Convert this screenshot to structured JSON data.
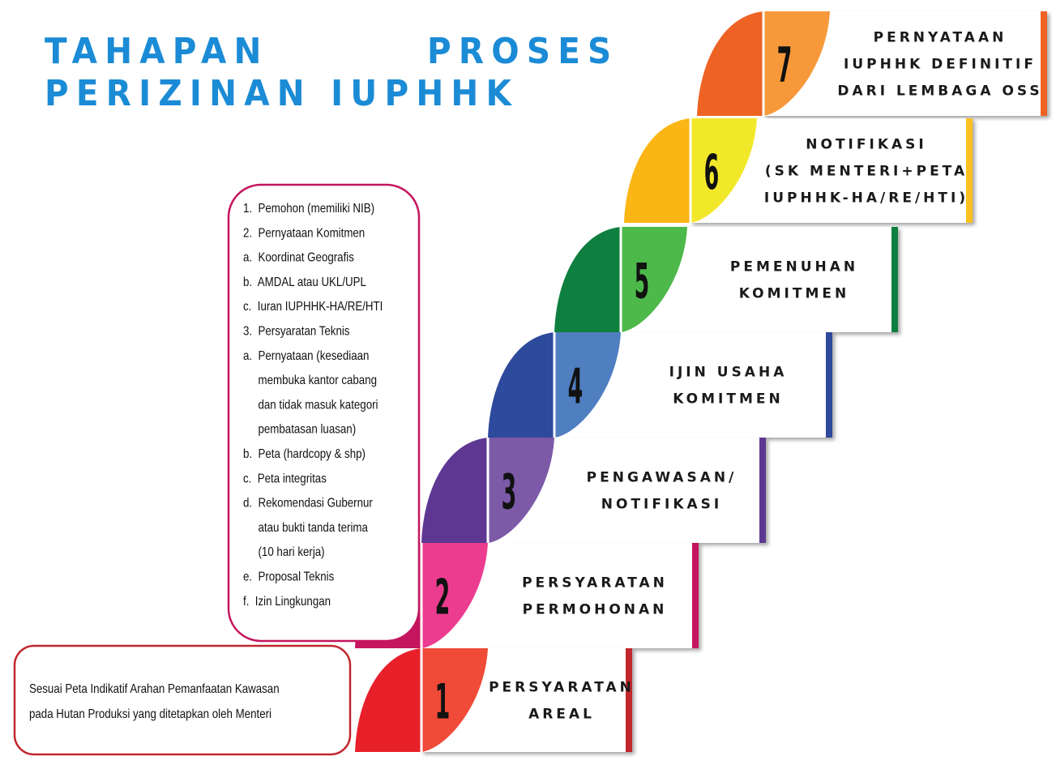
{
  "title": "TAHAPAN PROSES PERIZINAN IUPHHK",
  "steps": [
    {
      "number": "1",
      "label_lines": [
        "PERSYARATAN",
        "AREAL"
      ],
      "colors": {
        "dark": "#e8202a",
        "light": "#f04a38",
        "bar": "#c1272d"
      }
    },
    {
      "number": "2",
      "label_lines": [
        "PERSYARATAN",
        "PERMOHONAN"
      ],
      "colors": {
        "dark": "#c4155e",
        "light": "#ec3c8f",
        "bar": "#c4155e"
      }
    },
    {
      "number": "3",
      "label_lines": [
        "PENGAWASAN/",
        "NOTIFIKASI"
      ],
      "colors": {
        "dark": "#5e3792",
        "light": "#7c5aa8",
        "bar": "#5e3792"
      }
    },
    {
      "number": "4",
      "label_lines": [
        "IJIN USAHA",
        "KOMITMEN"
      ],
      "colors": {
        "dark": "#2e4a9c",
        "light": "#4f7ec1",
        "bar": "#2e4a9c"
      }
    },
    {
      "number": "5",
      "label_lines": [
        "PEMENUHAN",
        "KOMITMEN"
      ],
      "colors": {
        "dark": "#0e7f3e",
        "light": "#4cb94a",
        "bar": "#0e7f3e"
      }
    },
    {
      "number": "6",
      "label_lines": [
        "NOTIFIKASI",
        "(SK MENTERI+PETA",
        "IUPHHK-HA/RE/HTI)"
      ],
      "colors": {
        "dark": "#fbb515",
        "light": "#f2e82a",
        "bar": "#fbc21f"
      }
    },
    {
      "number": "7",
      "label_lines": [
        "PERNYATAAN",
        "IUPHHK DEFINITIF",
        "DARI LEMBAGA OSS"
      ],
      "colors": {
        "dark": "#ee6324",
        "light": "#f7993a",
        "bar": "#ee6324"
      }
    }
  ],
  "note_requirements": {
    "border_color": "#c4155e",
    "lines": [
      "1.  Pemohon (memiliki NIB)",
      "2.  Pernyataan Komitmen",
      "a.  Koordinat Geografis",
      "b.  AMDAL atau UKL/UPL",
      "c.  Iuran IUPHHK-HA/RE/HTI",
      "3.  Persyaratan Teknis",
      "a.  Pernyataan (kesediaan",
      "     membuka kantor cabang",
      "     dan tidak masuk kategori",
      "     pembatasan luasan)",
      "b.  Peta (hardcopy & shp)",
      "c.  Peta integritas",
      "d.  Rekomendasi Gubernur",
      "     atau bukti tanda terima",
      "     (10 hari kerja)",
      "e.  Proposal Teknis",
      "f.  Izin Lingkungan"
    ]
  },
  "note_area": {
    "border_color": "#c1272d",
    "lines": [
      "Sesuai Peta Indikatif Arahan Pemanfaatan Kawasan",
      "pada Hutan Produksi yang ditetapkan oleh Menteri"
    ]
  }
}
